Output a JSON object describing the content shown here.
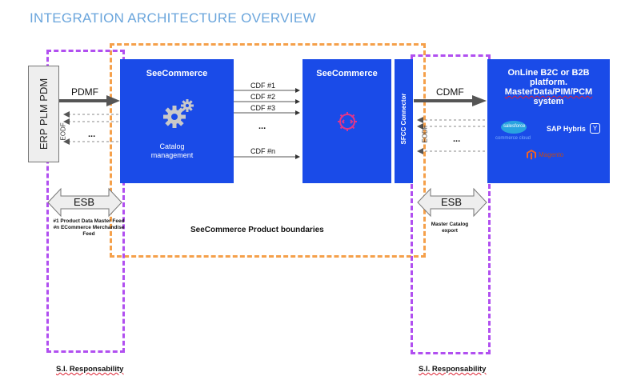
{
  "title": "INTEGRATION ARCHITECTURE OVERVIEW",
  "erp_label": "ERP PLM PDM",
  "pdmf": "PDMF",
  "eodf": "EODF",
  "dots": "...",
  "seecommerce_1": {
    "title": "SeeCommerce",
    "subtitle": "Catalog management"
  },
  "cdf_labels": [
    "CDF #1",
    "CDF #2",
    "CDF #3",
    "...",
    "CDF #n"
  ],
  "seecommerce_2": {
    "title": "SeeCommerce"
  },
  "sfcc": "SFCC Connector",
  "cdmf": "CDMF",
  "eodf_right": "EODF",
  "dots_right": "...",
  "platform": {
    "title_line1": "OnLine B2C or B2B",
    "title_line2": "platform.",
    "title_line3": "MasterData/PIM/PCM",
    "title_line4": "system",
    "salesforce": "salesforce",
    "commerce_cloud": "commerce cloud",
    "sap": "SAP Hybris",
    "magento": "Magento"
  },
  "esb_left": "ESB",
  "esb_right": "ESB",
  "feeds": [
    "#1 Product Data Master Feed",
    "#n ECommerce Merchandise",
    "Feed"
  ],
  "boundary_label": "SeeCommerce Product boundaries",
  "master_catalog": [
    "Master Catalog",
    "export"
  ],
  "si_left": "S.I. Responsability",
  "si_right": "S.I. Responsability",
  "colors": {
    "blue": "#1a4be8",
    "purple": "#b14ff0",
    "orange": "#f5a04a",
    "title": "#6aa5dc",
    "gear_pink": "#e0368a"
  }
}
